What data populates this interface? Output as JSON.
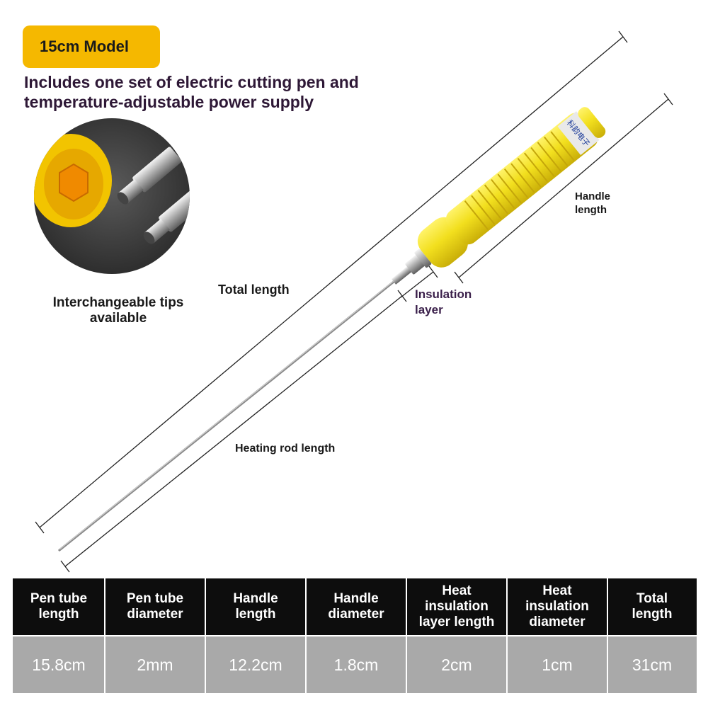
{
  "header": {
    "model_badge": "15cm Model",
    "subtitle_line1": "Includes one set of electric cutting pen and",
    "subtitle_line2": "temperature-adjustable power supply"
  },
  "inset": {
    "caption_line1": "Interchangeable tips",
    "caption_line2": "available"
  },
  "diagram": {
    "total_length": "Total length",
    "handle_length_line1": "Handle",
    "handle_length_line2": "length",
    "insulation_line1": "Insulation",
    "insulation_line2": "layer",
    "heating_rod_length": "Heating rod length",
    "handle_brand_text": "科韵电子",
    "colors": {
      "handle": "#f2df1e",
      "handle_shadow": "#d4bc0f",
      "rod": "#9a9a9a",
      "dimension_line": "#222222"
    }
  },
  "spec_table": {
    "headers": [
      [
        "Pen tube",
        "length"
      ],
      [
        "Pen tube",
        "diameter"
      ],
      [
        "Handle",
        "length"
      ],
      [
        "Handle",
        "diameter"
      ],
      [
        "Heat",
        "insulation",
        "layer length"
      ],
      [
        "Heat",
        "insulation",
        "diameter"
      ],
      [
        "Total",
        "length"
      ]
    ],
    "values": [
      "15.8cm",
      "2mm",
      "12.2cm",
      "1.8cm",
      "2cm",
      "1cm",
      "31cm"
    ]
  }
}
